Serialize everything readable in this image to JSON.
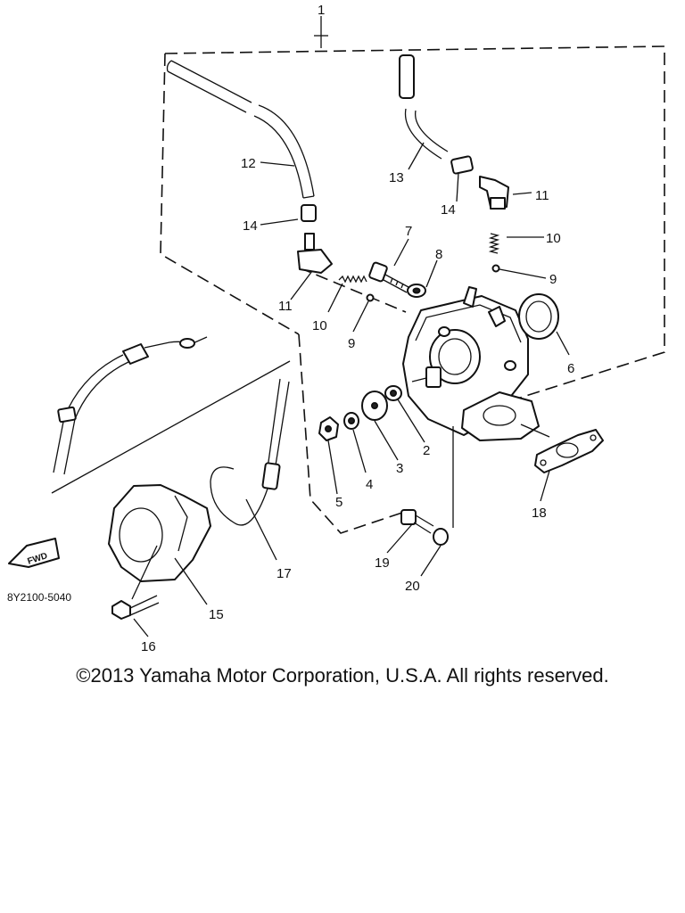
{
  "diagram": {
    "group_label": "1",
    "drawing_code": "8Y2100-5040",
    "fwd_label": "FWD",
    "callouts": {
      "c2": "2",
      "c3": "3",
      "c4": "4",
      "c5": "5",
      "c6": "6",
      "c7": "7",
      "c8": "8",
      "c9a": "9",
      "c9b": "9",
      "c10a": "10",
      "c10b": "10",
      "c11a": "11",
      "c11b": "11",
      "c12": "12",
      "c13": "13",
      "c14a": "14",
      "c14b": "14",
      "c15": "15",
      "c16": "16",
      "c17": "17",
      "c18": "18",
      "c19": "19",
      "c20": "20"
    }
  },
  "copyright": "©2013 Yamaha Motor Corporation, U.S.A. All rights reserved."
}
